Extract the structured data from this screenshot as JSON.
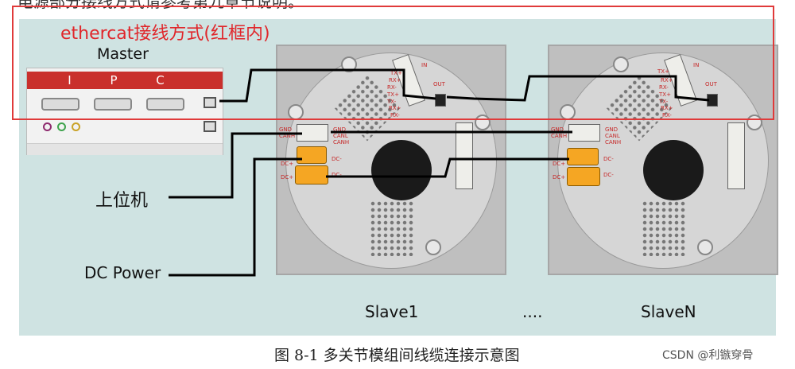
{
  "top_text": "电源部分接线方式请参考第九章节说明。",
  "labels": {
    "title_red": "ethercat接线方式(红框内)",
    "master": "Master",
    "ipc": "I P C",
    "host": "上位机",
    "dc_power": "DC Power",
    "slave1": "Slave1",
    "dots": "....",
    "slaven": "SlaveN"
  },
  "connector_labels": {
    "in": "IN",
    "out": "OUT",
    "tx_plus": "TX+",
    "rx_plus": "RX+",
    "rx_minus": "RX-",
    "tx_minus": "TX-",
    "gnd": "GND",
    "canl": "CANL",
    "canh": "CANH",
    "dc_plus": "DC+",
    "dc_minus": "DC-"
  },
  "caption": "图 8-1  多关节模组间线缆连接示意图",
  "watermark": "CSDN @利镞穿骨",
  "colors": {
    "panel_bg": "#cfe3e2",
    "highlight_box": "#e03a3a",
    "title_red": "#e0262a",
    "ipc_bar": "#c9302c",
    "wire": "#000000"
  }
}
